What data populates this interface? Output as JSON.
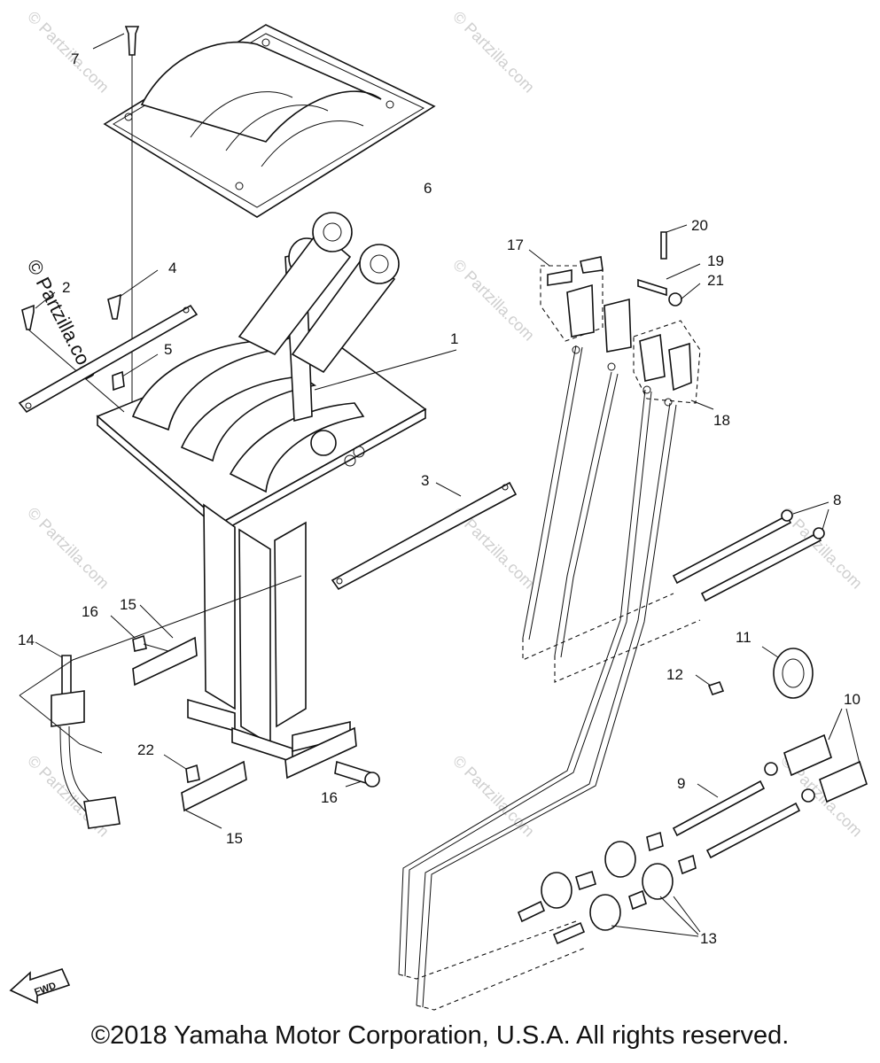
{
  "callouts": {
    "c1": "1",
    "c2": "2",
    "c3": "3",
    "c4": "4",
    "c5": "5",
    "c6": "6",
    "c7": "7",
    "c8": "8",
    "c9": "9",
    "c10": "10",
    "c11": "11",
    "c12": "12",
    "c13": "13",
    "c14": "14",
    "c15a": "15",
    "c15b": "15",
    "c16a": "16",
    "c16b": "16",
    "c17": "17",
    "c18": "18",
    "c19": "19",
    "c20": "20",
    "c21": "21",
    "c22": "22"
  },
  "watermark": {
    "site": "© Partzilla.com",
    "vertical_left": "© Partzilla.com"
  },
  "fwd_label": "FWD",
  "copyright": "©2018  Yamaha Motor Corporation, U.S.A. All rights reserved."
}
